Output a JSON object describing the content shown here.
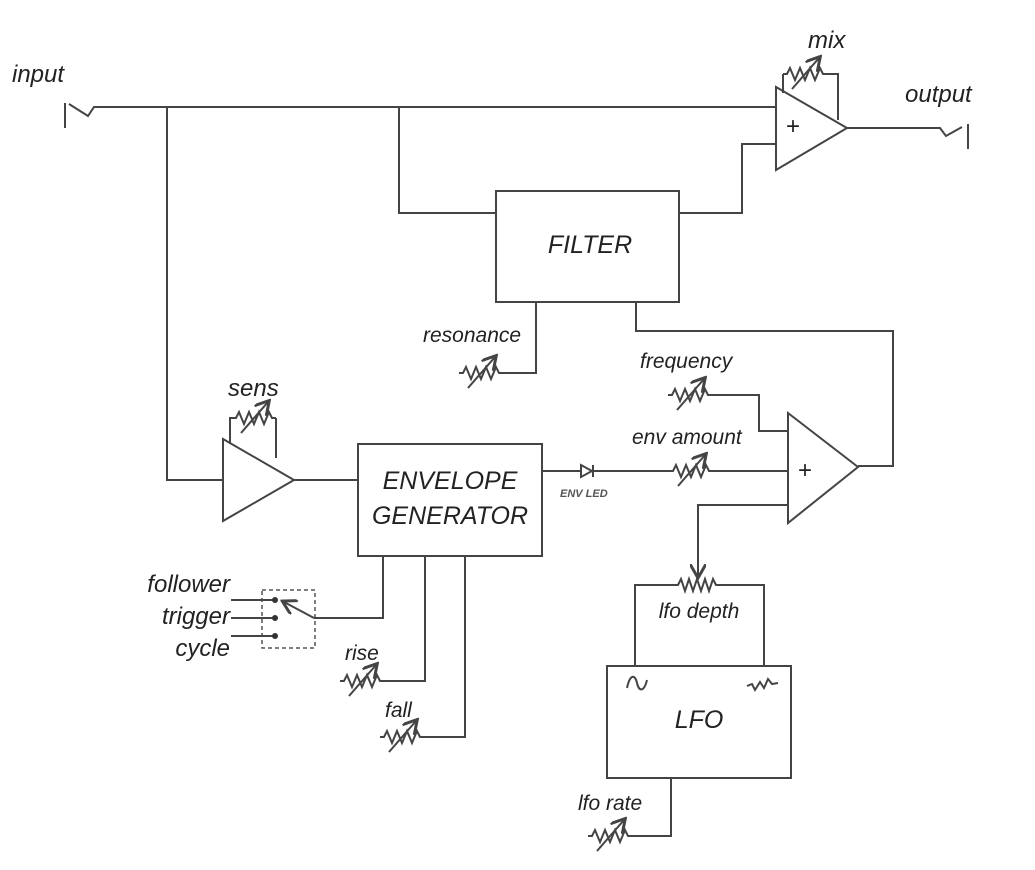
{
  "labels": {
    "input": "input",
    "output": "output",
    "mix": "mix",
    "filter": "FILTER",
    "resonance": "resonance",
    "sens": "sens",
    "envelope_line1": "ENVELOPE",
    "envelope_line2": "GENERATOR",
    "env_led": "ENV LED",
    "frequency": "frequency",
    "env_amount": "env amount",
    "follower": "follower",
    "trigger": "trigger",
    "cycle": "cycle",
    "rise": "rise",
    "fall": "fall",
    "lfo_depth": "lfo depth",
    "lfo": "LFO",
    "lfo_rate": "lfo rate",
    "plus": "+"
  },
  "icons": [
    "jack-icon",
    "potentiometer-icon",
    "amplifier-icon",
    "summer-icon",
    "diode-icon",
    "switch-icon",
    "sine-wave-icon",
    "random-wave-icon"
  ]
}
